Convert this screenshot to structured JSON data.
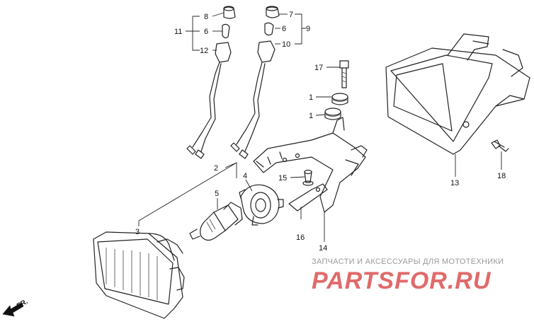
{
  "labels": {
    "l1a": "1",
    "l1b": "1",
    "l2": "2",
    "l3": "3",
    "l4": "4",
    "l5": "5",
    "l6a": "6",
    "l6b": "6",
    "l7": "7",
    "l8": "8",
    "l9": "9",
    "l10": "10",
    "l11": "11",
    "l12": "12",
    "l13": "13",
    "l14": "14",
    "l15": "15",
    "l16": "16",
    "l17": "17",
    "l18": "18"
  },
  "direction": {
    "label": "FR."
  },
  "watermark": {
    "line1": "ЗАПЧАСТИ И АКСЕССУАРЫ ДЛЯ МОТОТЕХНИКИ",
    "line2": "PARTSFOR.RU"
  }
}
